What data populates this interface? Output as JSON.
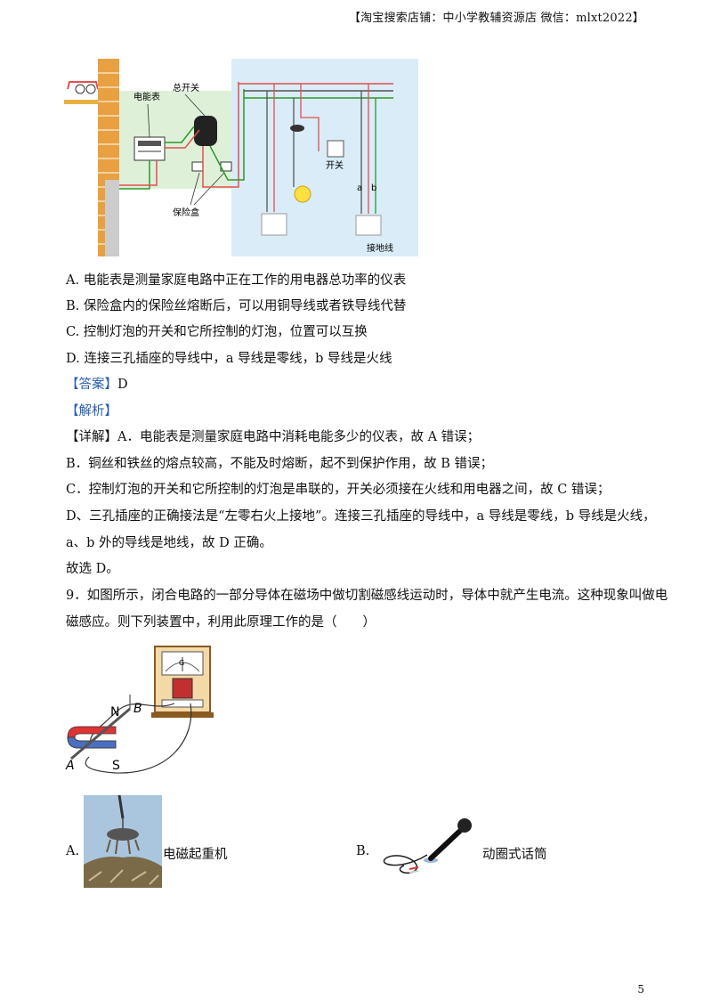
{
  "header": "【淘宝搜索店铺：中小学教辅资源店 微信：mlxt2022】",
  "fig1": {
    "label_meter": "电能表",
    "label_main_switch": "总开关",
    "label_switch": "开关",
    "label_fuse_box": "保险盒",
    "label_a": "a",
    "label_b": "b",
    "label_ground": "接地线"
  },
  "q8": {
    "options": [
      "A. 电能表是测量家庭电路中正在工作的用电器总功率的仪表",
      "B. 保险盒内的保险丝熔断后，可以用铜导线或者铁导线代替",
      "C. 控制灯泡的开关和它所控制的灯泡，位置可以互换",
      "D. 连接三孔插座的导线中，a 导线是零线，b 导线是火线"
    ],
    "answer_tag": "【答案】",
    "answer": "D",
    "analysis_tag": "【解析】",
    "detail": [
      "【详解】A．电能表是测量家庭电路中消耗电能多少的仪表，故 A 错误；",
      "B．铜丝和铁丝的熔点较高，不能及时熔断，起不到保护作用，故 B 错误；",
      "C．控制灯泡的开关和它所控制的灯泡是串联的，开关必须接在火线和用电器之间，故 C 错误；",
      "D、三孔插座的正确接法是“左零右火上接地”。连接三孔插座的导线中，a 导线是零线，b 导线是火线，",
      "a、b 外的导线是地线，故 D 正确。",
      "故选 D。"
    ]
  },
  "q9": {
    "stem_1": "9．如图所示，闭合电路的一部分导体在磁场中做切割磁感线运动时，导体中就产生电流。这种现象叫做电",
    "stem_2": "磁感应。则下列装置中，利用此原理工作的是（　　）",
    "fig_N": "N",
    "fig_S": "S",
    "fig_A": "A",
    "fig_B": "B",
    "fig_G": "G",
    "option_a_letter": "A.",
    "option_a_text": "电磁起重机",
    "option_b_letter": "B.",
    "option_b_text": "动圈式话筒"
  },
  "page_number": "5"
}
